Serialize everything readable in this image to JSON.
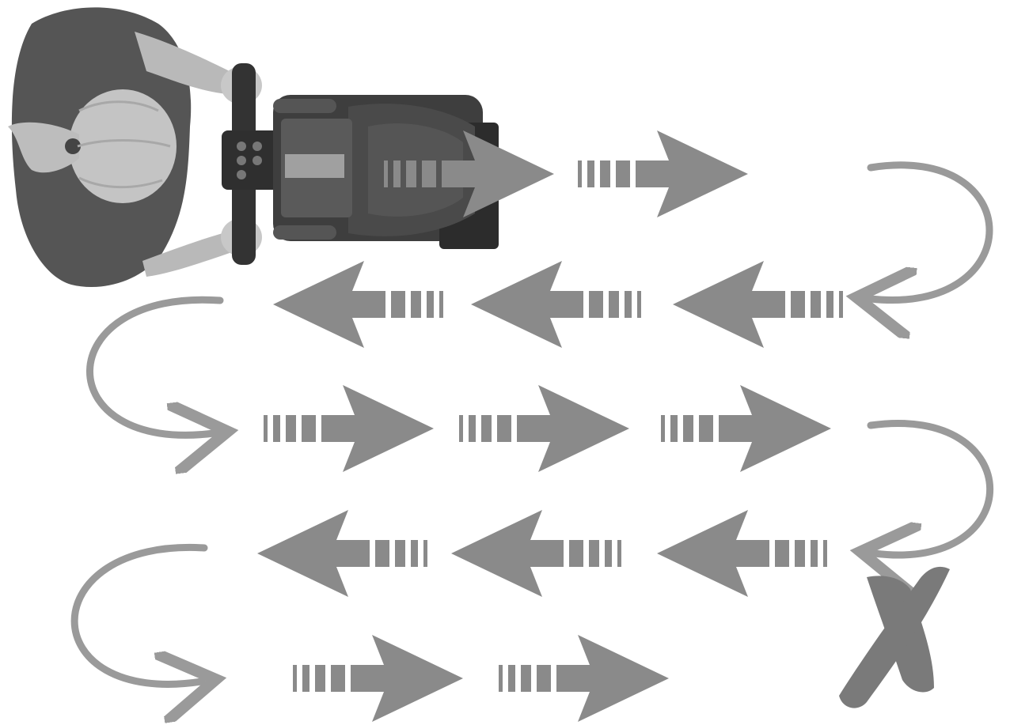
{
  "diagram": {
    "subject": "operator-with-floor-scrubber",
    "icon": "walk-behind-scrubber-top-view",
    "end_marker_icon": "x-mark-icon",
    "colors": {
      "arrow": "#8a8a8a",
      "turn": "#9a9a9a",
      "x_mark": "#7a7a7a",
      "machine_dark": "#3e3e3e",
      "operator_shirt": "#555555",
      "hair": "#c4c4c4"
    },
    "path": {
      "rows": [
        {
          "direction": "right",
          "arrows": 2
        },
        {
          "direction": "left",
          "arrows": 3
        },
        {
          "direction": "right",
          "arrows": 3
        },
        {
          "direction": "left",
          "arrows": 3
        },
        {
          "direction": "right",
          "arrows": 2
        }
      ],
      "turns": [
        "right-side",
        "left-side",
        "right-side",
        "left-side"
      ]
    }
  }
}
